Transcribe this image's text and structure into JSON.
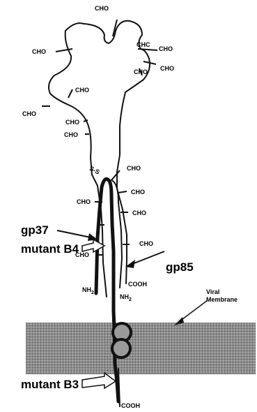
{
  "colors": {
    "ink": "#111111",
    "membrane": "#9a9a9a",
    "background": "#ffffff"
  },
  "labels": {
    "cho": "CHO",
    "chc": "CHC",
    "gp37": "gp37",
    "mutant_b4": "mutant B4",
    "gp85": "gp85",
    "mutant_b3": "mutant B3",
    "nh2": "NH",
    "nh2_sub": "2",
    "cooh": "COOH",
    "disulfide": "S-S",
    "viral": "Viral",
    "membrane": "Membrane"
  }
}
